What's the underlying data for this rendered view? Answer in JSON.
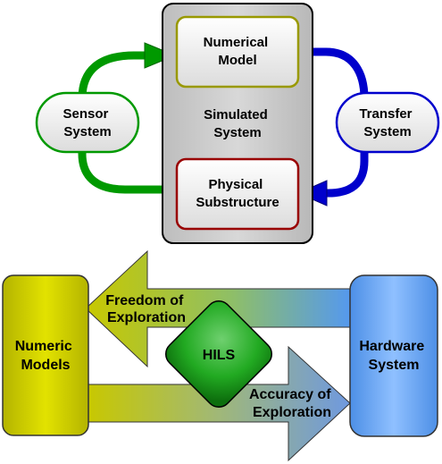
{
  "top": {
    "simulated_system": [
      "Simulated",
      "System"
    ],
    "numerical_model": [
      "Numerical",
      "Model"
    ],
    "physical_substructure": [
      "Physical",
      "Substructure"
    ],
    "sensor_system": [
      "Sensor",
      "System"
    ],
    "transfer_system": [
      "Transfer",
      "System"
    ]
  },
  "bottom": {
    "numeric_models": [
      "Numeric",
      "Models"
    ],
    "hardware_system": [
      "Hardware",
      "System"
    ],
    "hils": "HILS",
    "freedom": [
      "Freedom of",
      "Exploration"
    ],
    "accuracy": [
      "Accuracy of",
      "Exploration"
    ]
  },
  "colors": {
    "sensor_loop": "#009900",
    "transfer_loop": "#0000cc",
    "numerical_border": "#999900",
    "physical_border": "#990000",
    "hils_fill": "#22aa22",
    "numeric_fill": "#cccc00",
    "hardware_fill": "#5599ee"
  }
}
